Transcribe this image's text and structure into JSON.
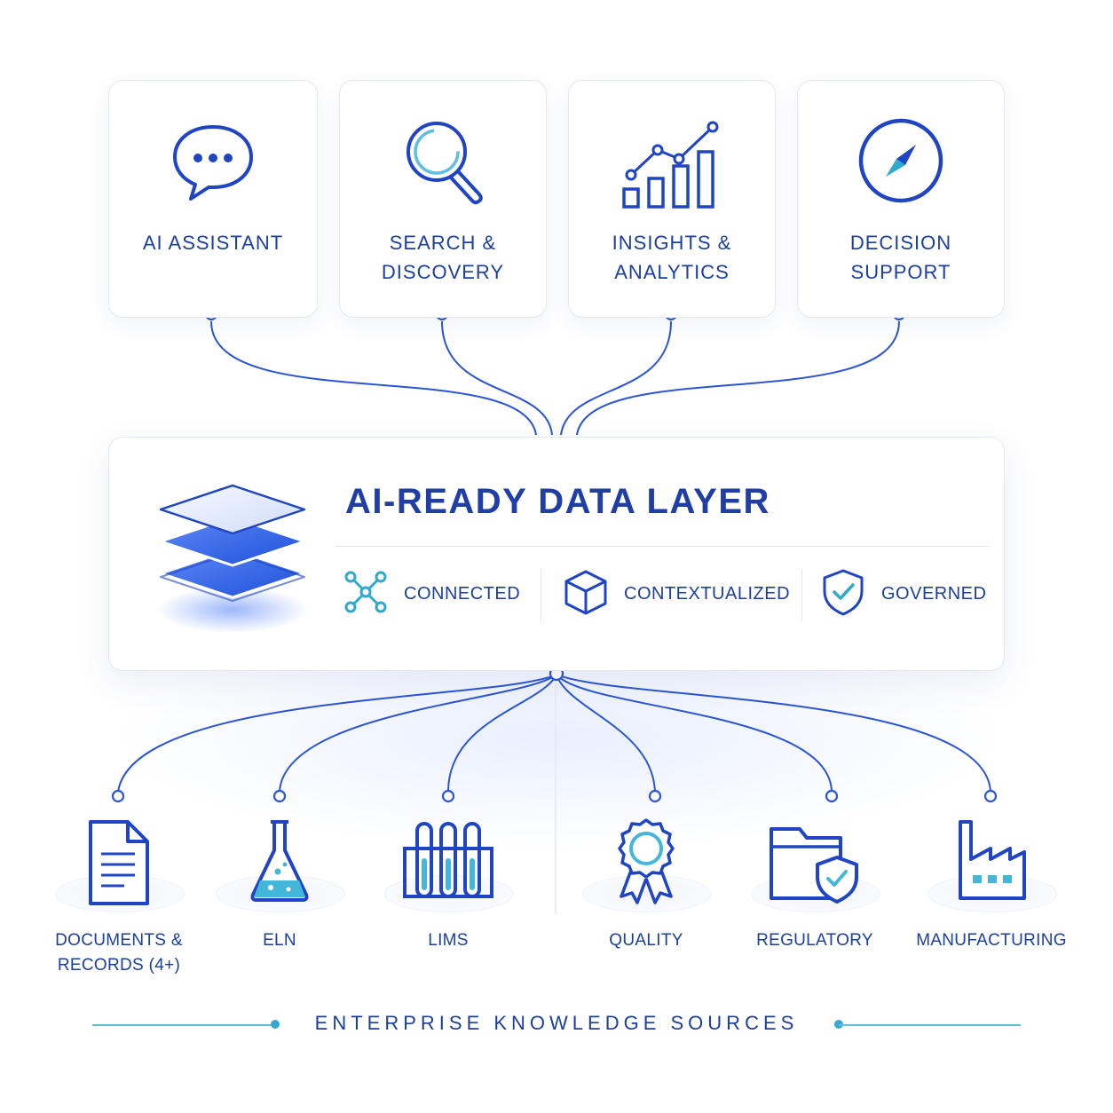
{
  "colors": {
    "primary": "#1f45c4",
    "accent_teal": "#2eaacf",
    "connector": "#2a55d6",
    "border": "#e3e8f2"
  },
  "top_cards": [
    {
      "label": "AI ASSISTANT",
      "icon": "chat-bubble-icon"
    },
    {
      "label": "SEARCH & DISCOVERY",
      "icon": "magnifier-icon"
    },
    {
      "label": "INSIGHTS & ANALYTICS",
      "icon": "bar-line-chart-icon"
    },
    {
      "label": "DECISION SUPPORT",
      "icon": "compass-icon"
    }
  ],
  "data_layer": {
    "title": "AI-READY DATA LAYER",
    "icon": "layers-stack-icon",
    "properties": [
      {
        "label": "CONNECTED",
        "icon": "network-nodes-icon"
      },
      {
        "label": "CONTEXTUALIZED",
        "icon": "cube-icon"
      },
      {
        "label": "GOVERNED",
        "icon": "shield-check-icon"
      }
    ]
  },
  "sources": [
    {
      "label": "DOCUMENTS & RECORDS (4+)",
      "icon": "document-icon"
    },
    {
      "label": "ELN",
      "icon": "flask-icon"
    },
    {
      "label": "LIMS",
      "icon": "test-tubes-icon"
    },
    {
      "label": "QUALITY",
      "icon": "award-badge-icon"
    },
    {
      "label": "REGULATORY",
      "icon": "folder-shield-icon"
    },
    {
      "label": "MANUFACTURING",
      "icon": "factory-icon"
    }
  ],
  "footer": {
    "label": "ENTERPRISE KNOWLEDGE SOURCES"
  }
}
